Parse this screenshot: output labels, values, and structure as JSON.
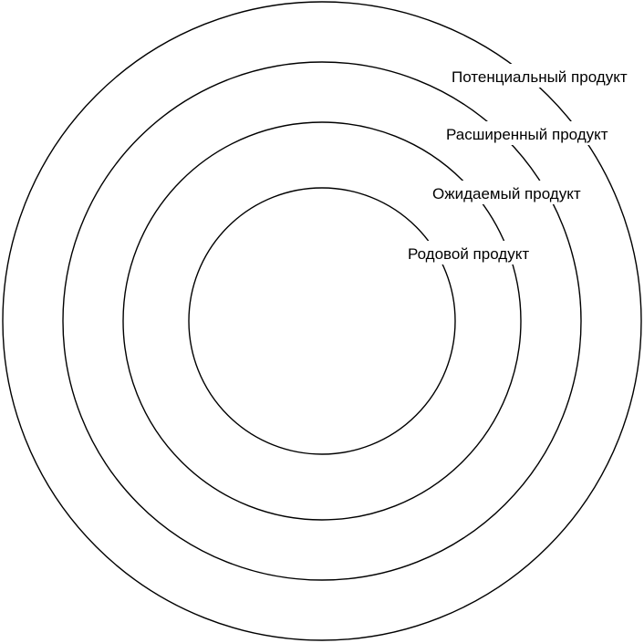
{
  "diagram": {
    "type": "concentric-circles",
    "line_color": "#000000",
    "background_color": "#ffffff",
    "layers": [
      {
        "id": "potential",
        "label": "Потенциальный продукт"
      },
      {
        "id": "augmented",
        "label": "Расширенный продукт"
      },
      {
        "id": "expected",
        "label": "Ожидаемый продукт"
      },
      {
        "id": "generic",
        "label": "Родовой продукт"
      }
    ]
  }
}
